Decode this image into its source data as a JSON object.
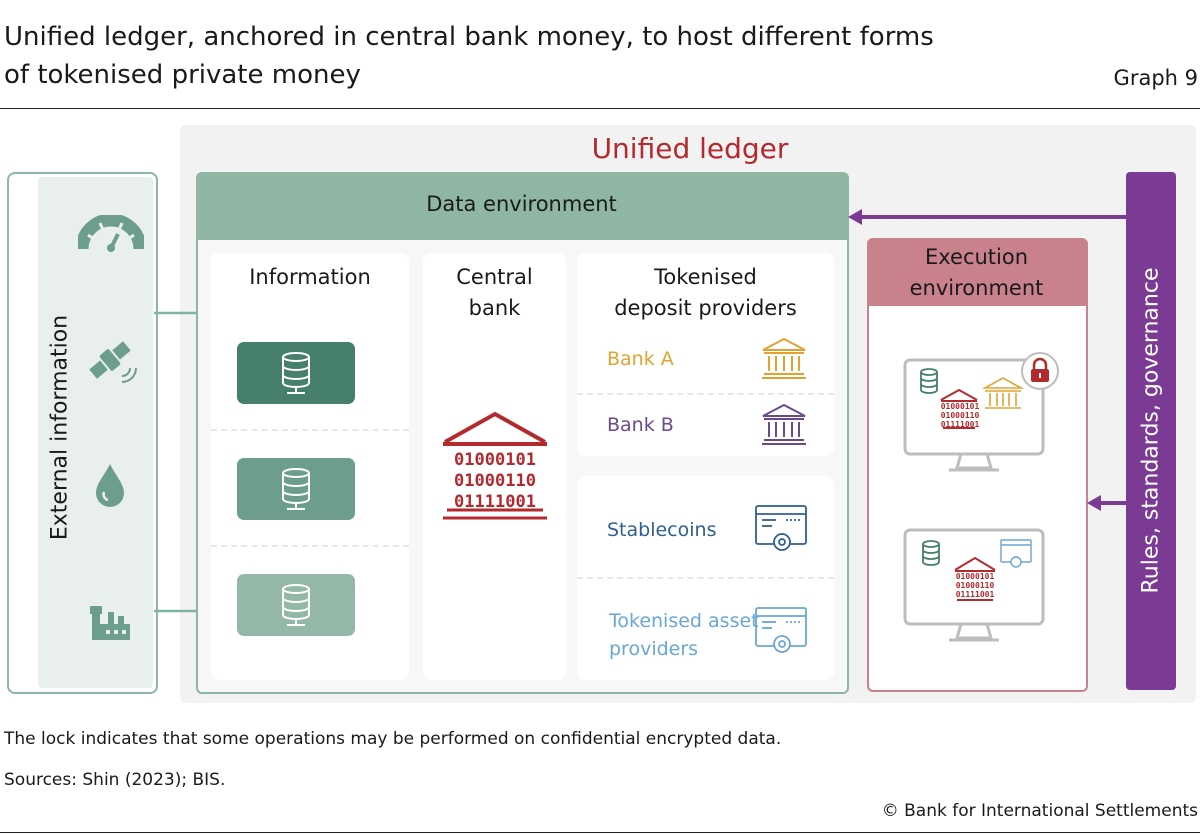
{
  "header": {
    "title": "Unified ledger, anchored in central bank money, to host different forms of tokenised private money",
    "graph_label": "Graph 9"
  },
  "ledger": {
    "title": "Unified ledger"
  },
  "external": {
    "label": "External information",
    "icons": [
      "gauge-icon",
      "satellite-icon",
      "droplet-icon",
      "factory-icon"
    ]
  },
  "data_environment": {
    "title": "Data environment",
    "information": {
      "title": "Information",
      "tile_colors": [
        "#46806c",
        "#6d9e8b",
        "#93b8a8"
      ]
    },
    "central_bank": {
      "title_line1": "Central",
      "title_line2": "bank",
      "binary": [
        "01000101",
        "01000110",
        "01111001"
      ]
    },
    "tokenised_deposit": {
      "title_line1": "Tokenised",
      "title_line2": "deposit providers",
      "bank_a": "Bank A",
      "bank_b": "Bank B"
    },
    "stablecoins": "Stablecoins",
    "tokenised_asset_line1": "Tokenised asset",
    "tokenised_asset_line2": "providers"
  },
  "execution": {
    "title_line1": "Execution",
    "title_line2": "environment",
    "binary": [
      "01000101",
      "01000110",
      "01111001"
    ]
  },
  "rules": {
    "label": "Rules, standards, governance"
  },
  "footer": {
    "note": "The lock indicates that some operations may be performed on confidential encrypted data.",
    "sources": "Sources: Shin (2023); BIS.",
    "copyright": "© Bank for International Settlements"
  },
  "colors": {
    "green_dark": "#46806c",
    "green_mid": "#6d9e8b",
    "green_light": "#93b8a8",
    "red": "#b32a2e",
    "bank_a": "#e2a230",
    "bank_b": "#6a4a8c",
    "stablecoins": "#2e5f94",
    "tokenised_asset": "#6aa6d6",
    "purple": "#7b3a94",
    "pink": "#c9818c"
  }
}
